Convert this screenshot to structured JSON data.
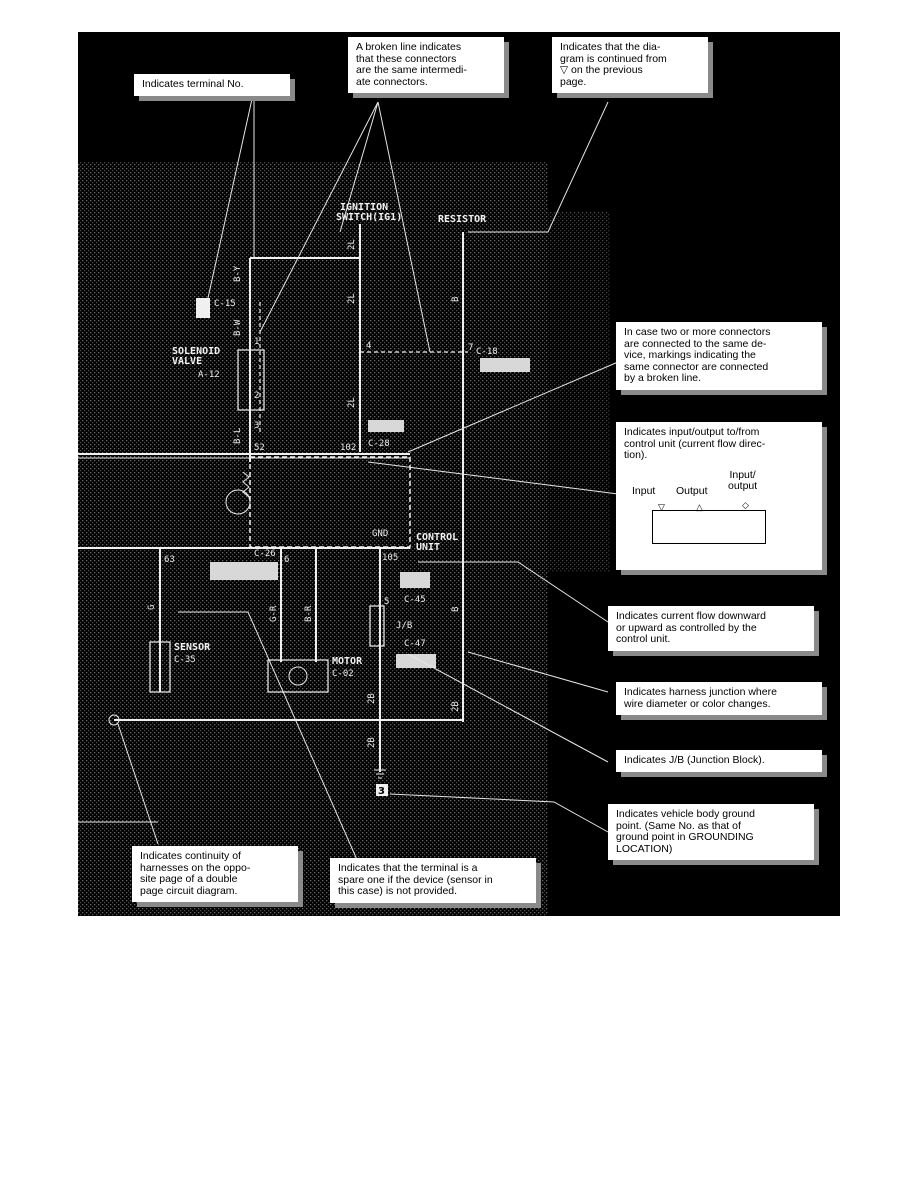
{
  "callouts": {
    "terminal_no": "Indicates terminal No.",
    "broken_line": "A broken line indicates\nthat these connectors\nare the same intermedi-\nate connectors.",
    "continued": "Indicates that the dia-\ngram is continued from\n▽ on the previous\npage.",
    "two_connectors": "In case two or more connectors\nare connected to the same de-\nvice, markings indicating the\nsame connector are connected\nby a broken line.",
    "io_flow": "Indicates input/output to/from\ncontrol unit (current flow direc-\ntion).",
    "io_input": "Input",
    "io_output": "Output",
    "io_input_output": "Input/\noutput",
    "current_flow": "Indicates current flow downward\nor upward as controlled by the\ncontrol unit.",
    "harness_junction": "Indicates harness junction where\nwire diameter or color changes.",
    "jb": "Indicates J/B (Junction Block).",
    "ground": "Indicates vehicle body ground\npoint. (Same No. as that of\nground point in GROUNDING\nLOCATION)",
    "continuity": "Indicates continuity of\nharnesses on the oppo-\nsite page of a double\npage circuit diagram.",
    "spare": "Indicates that the terminal is a\nspare one if the device (sensor in\nthis case) is not provided."
  },
  "diagram": {
    "ignition_switch": "IGNITION\nSWITCH(IG1)",
    "resistor": "RESISTOR",
    "solenoid_valve": "SOLENOID\nVALVE",
    "solenoid_id": "A-12",
    "c15": "C-15",
    "c18": "C-18",
    "c28": "C-28",
    "c26": "C-26",
    "c45": "C-45",
    "c47": "C-47",
    "c35": "C-35",
    "c02": "C-02",
    "sensor": "SENSOR",
    "motor": "MOTOR",
    "control_unit": "CONTROL\nUNIT",
    "gnd": "GND",
    "jb": "J/B",
    "ground_no": "3",
    "pins": {
      "p1": "1",
      "p2": "2",
      "p3": "3",
      "p4": "4",
      "p5": "5",
      "p6": "6",
      "p52": "52",
      "p102": "102",
      "p63": "63",
      "p105": "105",
      "p7": "7"
    },
    "wires": {
      "b_y": "B-Y",
      "b_w": "B-W",
      "b_l": "B-L",
      "wl_2l": "2L",
      "wl_b": "B",
      "wl_g": "G",
      "wl_gr": "G-R",
      "wl_br": "B-R",
      "wl_2b": "2B"
    }
  }
}
